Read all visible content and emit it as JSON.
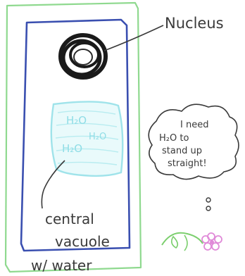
{
  "labels": {
    "nucleus": "Nucleus",
    "vacuole_line1": "central",
    "vacuole_line2": "vacuole",
    "vacuole_line3": "w/ water",
    "water_1": "H₂O",
    "water_2": "H₂O",
    "water_3": "H₂O"
  },
  "speech_bubble": {
    "line1": "I need",
    "line2": "H₂O to",
    "line3": "stand up",
    "line4": "straight!"
  },
  "colors": {
    "cell_wall": "#8fd98f",
    "cell_membrane": "#3a4fb0",
    "nucleus": "#1a1a1a",
    "vacuole": "#9fe3ea",
    "ink": "#3a3a3a",
    "flower": "#e08ad8",
    "stem": "#7ccf6e"
  }
}
